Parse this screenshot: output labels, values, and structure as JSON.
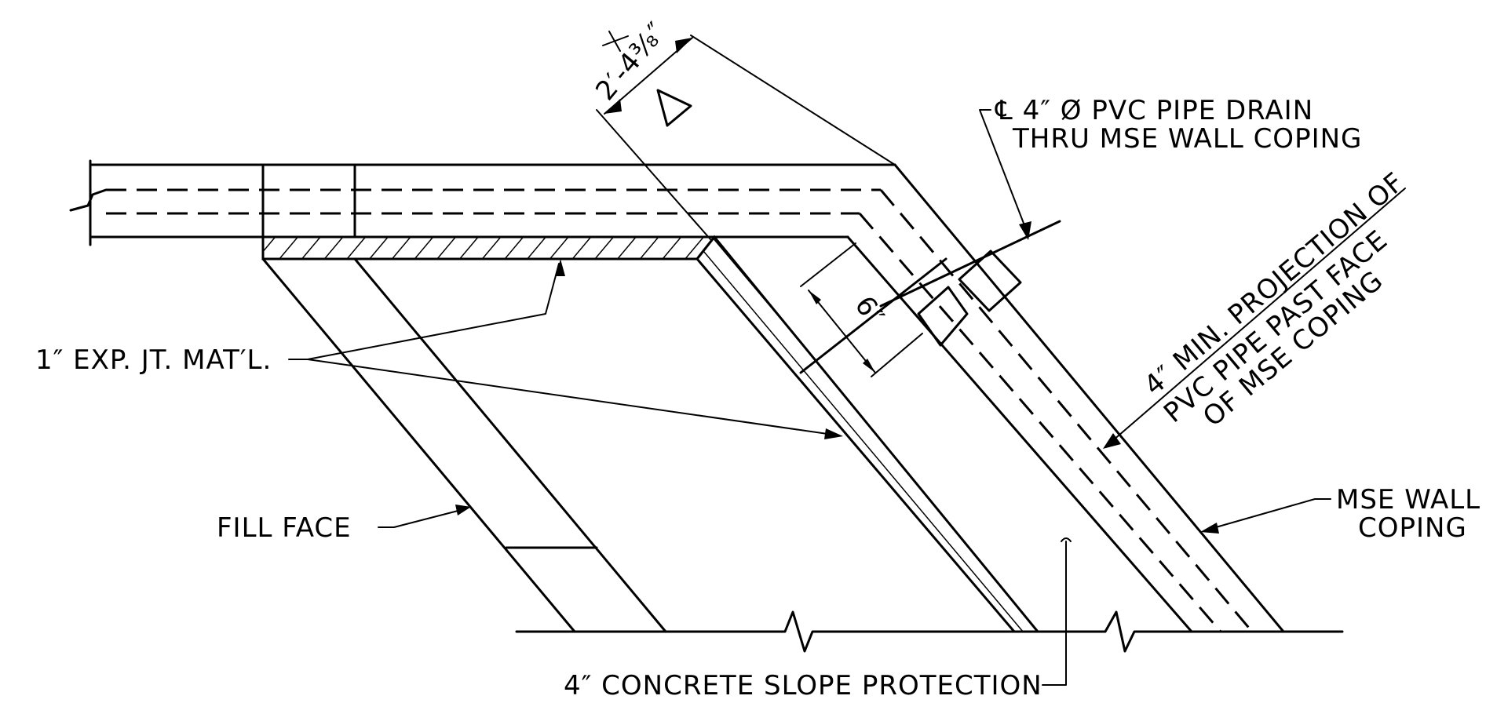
{
  "labels": {
    "pipe_drain_line1": "℄ 4″ Ø PVC PIPE DRAIN",
    "pipe_drain_line2": "THRU MSE WALL COPING",
    "projection_line1": "4″ MIN. PROJECTION OF",
    "projection_line2": "PVC PIPE PAST FACE",
    "projection_line3": "OF MSE COPING",
    "exp_joint": "1″ EXP. JT. MAT′L.",
    "fill_face": "FILL FACE",
    "mse_line1": "MSE WALL",
    "mse_line2": "COPING",
    "slope_protection": "4″ CONCRETE SLOPE PROTECTION",
    "dim_top": "2′-4³⁄₈″",
    "dim_six": "6″"
  },
  "colors": {
    "line": "#000000",
    "background": "#ffffff"
  },
  "icons": {
    "section_marker": "triangle-icon"
  }
}
